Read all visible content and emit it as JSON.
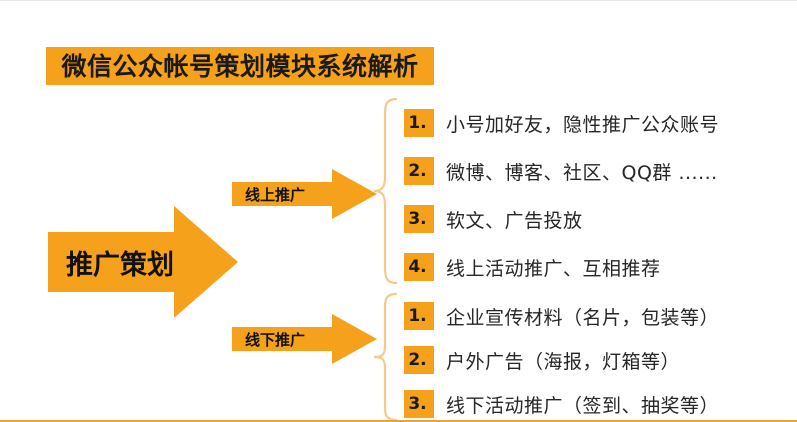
{
  "slide": {
    "title": "微信公众帐号策划模块系统解析",
    "accent_color": "#f5a11b",
    "brace_color": "#f7c88a",
    "text_color": "#262626",
    "background": "#ffffff"
  },
  "root_arrow": {
    "label": "推广策划",
    "icon": "right-arrow-icon"
  },
  "branches": [
    {
      "id": "online",
      "arrow_label": "线上推广",
      "icon": "right-arrow-icon",
      "brace_icon": "curly-brace-icon",
      "items": [
        {
          "num": "1.",
          "text": "小号加好友，隐性推广公众账号"
        },
        {
          "num": "2.",
          "text": "微博、博客、社区、QQ群 ......"
        },
        {
          "num": "3.",
          "text": "软文、广告投放"
        },
        {
          "num": "4.",
          "text": "线上活动推广、互相推荐"
        }
      ]
    },
    {
      "id": "offline",
      "arrow_label": "线下推广",
      "icon": "right-arrow-icon",
      "brace_icon": "curly-brace-icon",
      "items": [
        {
          "num": "1.",
          "text": "企业宣传材料（名片，包装等）"
        },
        {
          "num": "2.",
          "text": "户外广告（海报，灯箱等）"
        },
        {
          "num": "3.",
          "text": "线下活动推广（签到、抽奖等）"
        }
      ]
    }
  ]
}
